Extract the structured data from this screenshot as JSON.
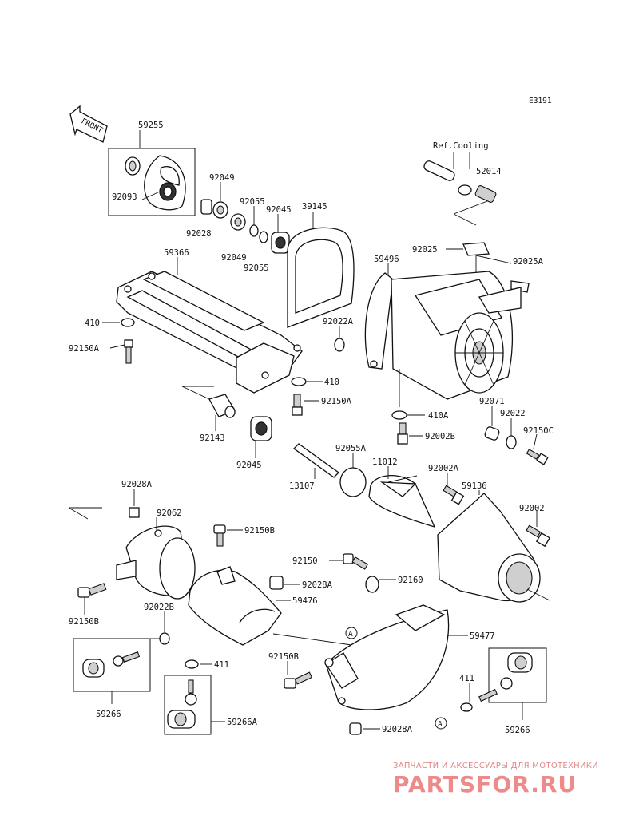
{
  "diagram_id": "E3191",
  "front_label": "FRONT",
  "ref_cooling": "Ref.Cooling",
  "callout_marker": "A",
  "watermark": {
    "caption": "ЗАПЧАСТИ И АКСЕССУАРЫ ДЛЯ МОТОТЕХНИКИ",
    "brand": "PARTSFOR.RU"
  },
  "part_labels": {
    "p59255": "59255",
    "p92093": "92093",
    "p92049a": "92049",
    "p92028": "92028",
    "p92055a": "92055",
    "p92045a": "92045",
    "p39145": "39145",
    "p92049b": "92049",
    "p92055b": "92055",
    "p52014": "52014",
    "p92025": "92025",
    "p92025A": "92025A",
    "p59366": "59366",
    "p59496": "59496",
    "p410a": "410",
    "p92150A_a": "92150A",
    "p92022A": "92022A",
    "p410b": "410",
    "p92150A_b": "92150A",
    "p410A": "410A",
    "p92071": "92071",
    "p92022": "92022",
    "p92150C": "92150C",
    "p92143": "92143",
    "p92045b": "92045",
    "p92002B": "92002B",
    "p92055A": "92055A",
    "p11012": "11012",
    "p92002A": "92002A",
    "p13107": "13107",
    "p59136": "59136",
    "p92028A_a": "92028A",
    "p92062": "92062",
    "p92150B_a": "92150B",
    "p92002": "92002",
    "p92150": "92150",
    "p92160": "92160",
    "p92028A_b": "92028A",
    "p59476": "59476",
    "p92150B_b": "92150B",
    "p92022B": "92022B",
    "p59477": "59477",
    "p411a": "411",
    "p92150B_c": "92150B",
    "p411b": "411",
    "p59266a": "59266",
    "p59266A": "59266A",
    "p92028A_c": "92028A",
    "p59266b": "59266"
  }
}
